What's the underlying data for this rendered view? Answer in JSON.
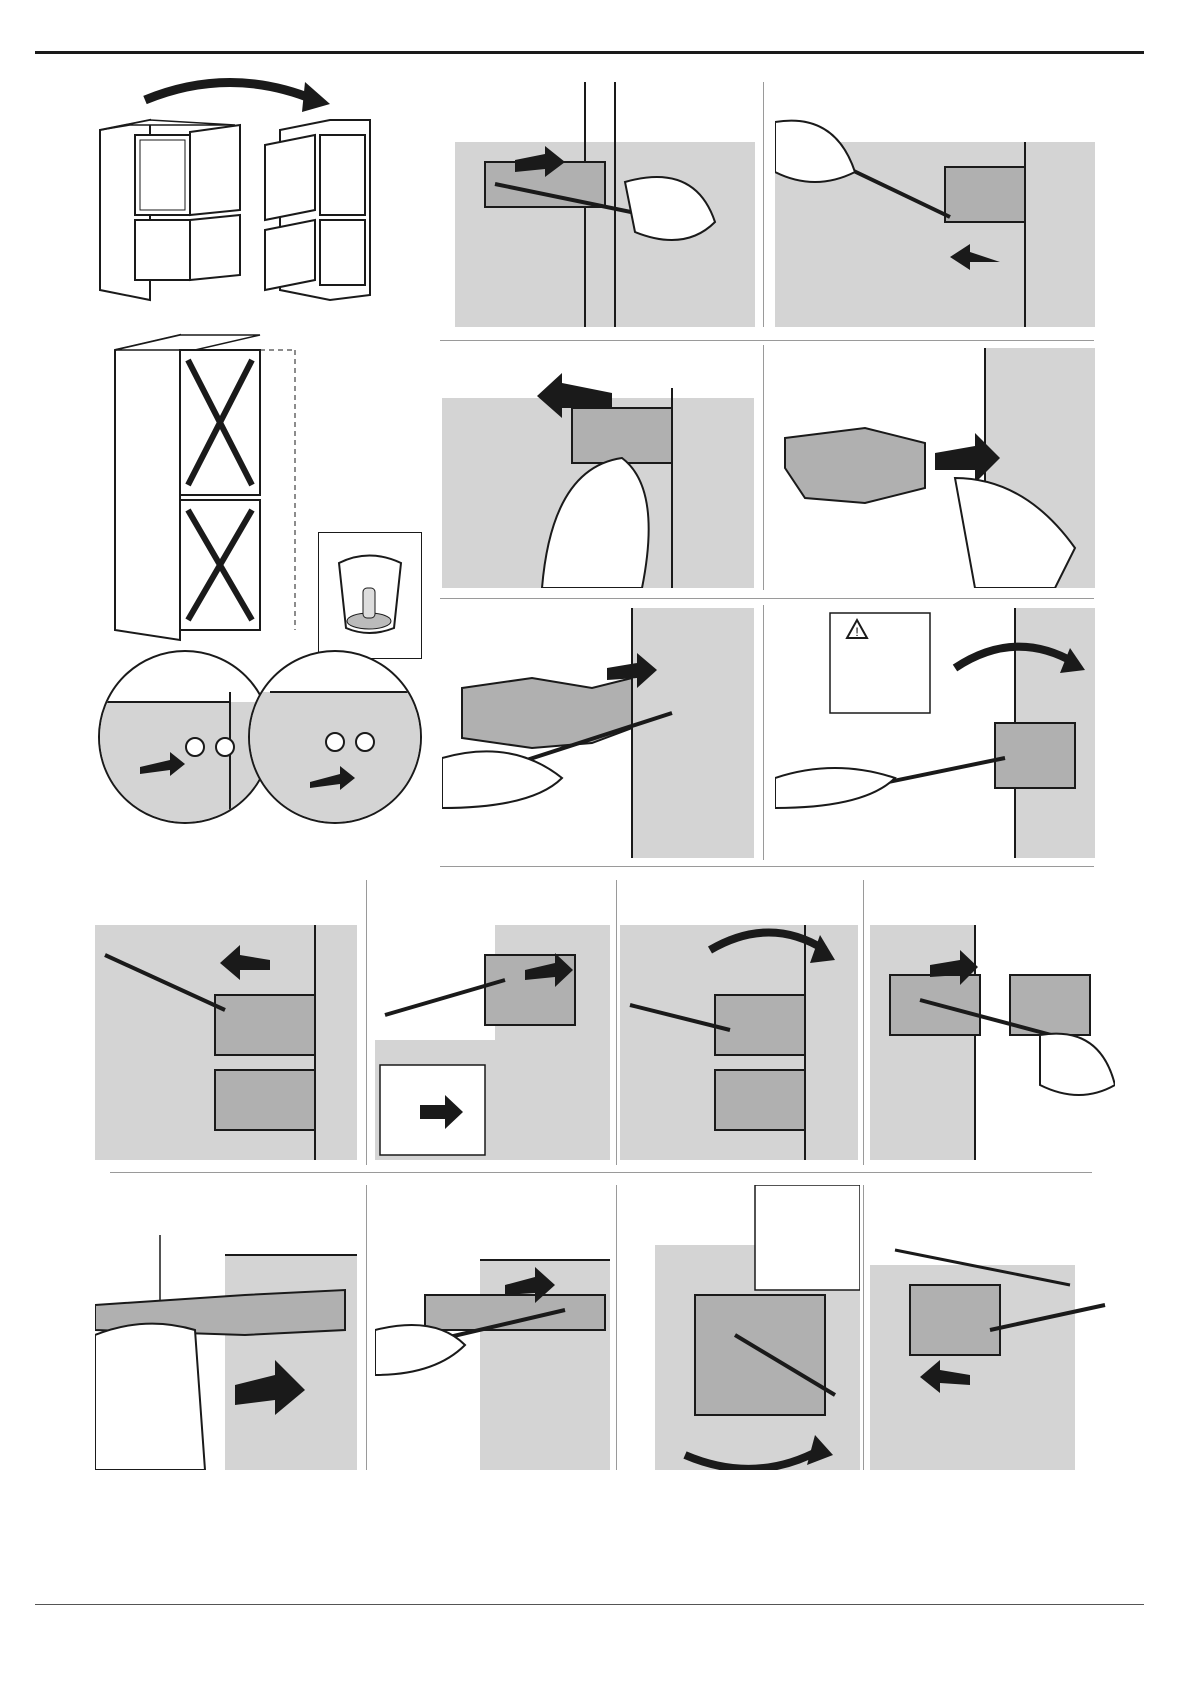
{
  "document": {
    "type": "instruction-diagram",
    "colors": {
      "line": "#1a1a1a",
      "panel_gray": "#d4d4d4",
      "wall_gray": "#cfcfcf"
    },
    "figures": [
      {
        "id": "reverse-doors-overview",
        "icon": "fridge-door-swap"
      },
      {
        "id": "remove-doors-diagram",
        "icon": "fridge-x-diagram"
      },
      {
        "id": "plug-bag",
        "icon": "bag-of-plugs"
      },
      {
        "id": "plug-holes-left",
        "icon": "magnifier-circle"
      },
      {
        "id": "plug-holes-right",
        "icon": "magnifier-circle"
      },
      {
        "id": "unscrew-top-hinge",
        "icon": "screwdriver-hinge"
      },
      {
        "id": "unscrew-top-hinge-right",
        "icon": "screwdriver-hinge"
      },
      {
        "id": "pull-hinge-left",
        "icon": "hand-hinge"
      },
      {
        "id": "move-hinge-right",
        "icon": "hand-hinge"
      },
      {
        "id": "screw-hinge-other-side",
        "icon": "screwdriver-hinge"
      },
      {
        "id": "warning-pinch-rotate",
        "icon": "warning-triangle"
      },
      {
        "id": "middle-hinge-unscrew",
        "icon": "screwdriver-hinge"
      },
      {
        "id": "middle-hinge-screw-out",
        "icon": "screwdriver-hinge"
      },
      {
        "id": "middle-hinge-rotate",
        "icon": "rotate-arrow"
      },
      {
        "id": "middle-hinge-fix",
        "icon": "screwdriver-hinge"
      },
      {
        "id": "slide-hinge-in",
        "icon": "hand-hinge"
      },
      {
        "id": "fix-top-hinge",
        "icon": "screwdriver-hinge"
      },
      {
        "id": "rotate-hinge-warning",
        "icon": "warning-pinch"
      },
      {
        "id": "final-screw",
        "icon": "screwdriver-hinge"
      }
    ]
  }
}
